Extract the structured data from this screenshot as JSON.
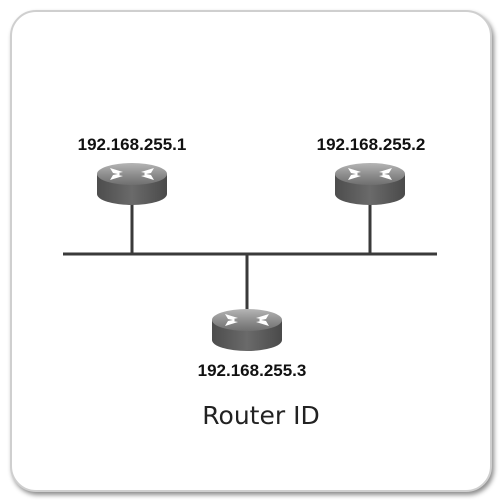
{
  "diagram": {
    "routers": [
      {
        "id": "r1",
        "label": "192.168.255.1"
      },
      {
        "id": "r2",
        "label": "192.168.255.2"
      },
      {
        "id": "r3",
        "label": "192.168.255.3"
      }
    ],
    "caption": "Router ID",
    "icons": {
      "router": "router-icon"
    },
    "colors": {
      "router_top": "#8a8a8a",
      "router_side": "#555555",
      "link": "#3a3a3a",
      "arrows": "#ffffff"
    }
  }
}
